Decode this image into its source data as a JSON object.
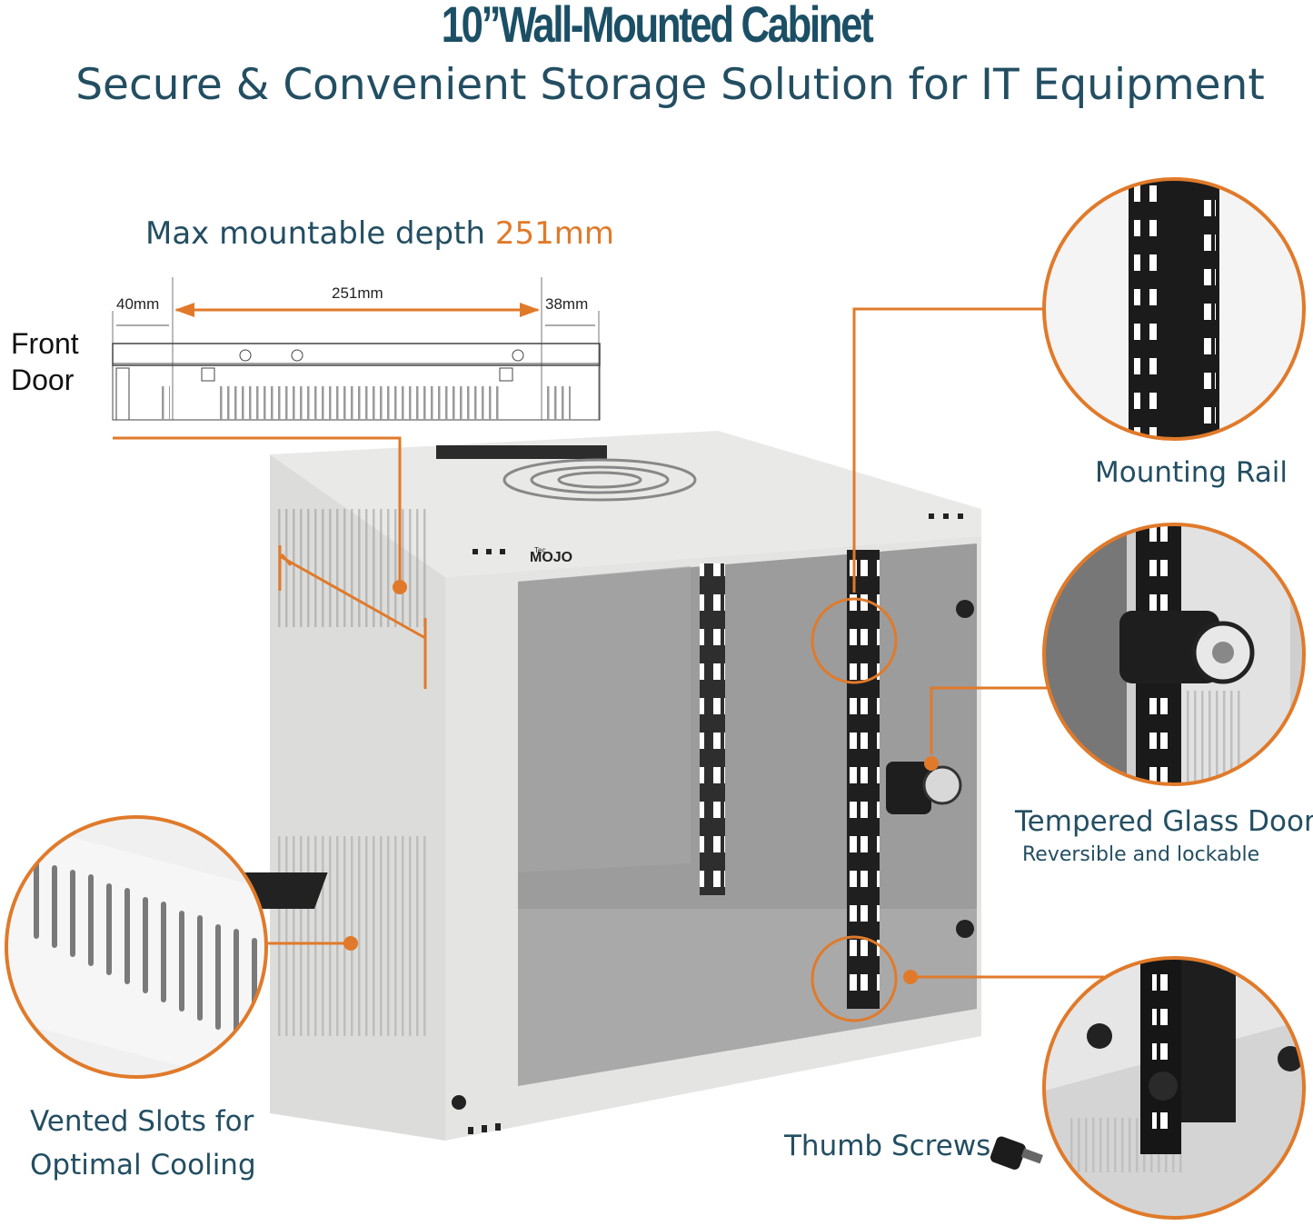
{
  "header": {
    "title": "10”Wall-Mounted Cabinet",
    "subtitle": "Secure & Convenient Storage Solution for IT Equipment"
  },
  "depth": {
    "heading_prefix": "Max mountable depth ",
    "heading_value": "251mm",
    "front_label_line1": "Front",
    "front_label_line2": "Door",
    "dim_front": "40mm",
    "dim_mount": "251mm",
    "dim_rear": "38mm"
  },
  "callouts": {
    "mounting_rail": "Mounting Rail",
    "glass_door": "Tempered Glass Door",
    "glass_door_sub": "Reversible and lockable",
    "vented_line1": "Vented Slots for",
    "vented_line2": "Optimal Cooling",
    "thumb_screws": "Thumb Screws"
  },
  "brand": {
    "logo_small": "Tec",
    "logo": "MOJO"
  },
  "colors": {
    "accent": "#e07a2a",
    "heading": "#1b4f66",
    "cabinet": "#e6e6e4",
    "glass": "#8e8e8e"
  }
}
